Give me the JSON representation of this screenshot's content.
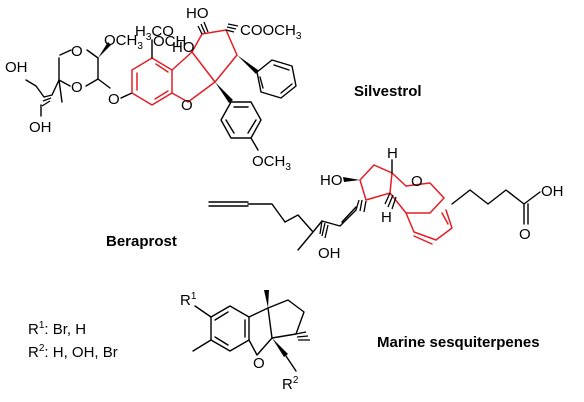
{
  "compounds": {
    "silvestrol": {
      "name": "Silvestrol",
      "labels": {
        "oh_top": "HO",
        "ester": "COOCH",
        "ester_sub": "3",
        "h3co": "H",
        "h3co_sub": "3",
        "h3co_c": "CO",
        "ome_top": "OCH",
        "ome_top_sub": "3",
        "ome_left": "OCH",
        "ome_left_sub": "3",
        "oh_bridge": "HO",
        "oh_chain": "OH",
        "oh_side": "OH",
        "o_benzofuran": "O",
        "o_ring1": "O",
        "o_ring2": "O",
        "o_link": "O",
        "ome_bottom": "OCH",
        "ome_bottom_sub": "3"
      }
    },
    "beraprost": {
      "name": "Beraprost",
      "labels": {
        "ho": "HO",
        "h_top": "H",
        "h_bottom": "H",
        "o_ring": "O",
        "oh_chain": "OH",
        "acid_oh": "OH",
        "acid_o": "O"
      }
    },
    "marine": {
      "name": "Marine sesquiterpenes",
      "labels": {
        "r1": "R",
        "r1_sup": "1",
        "r2": "R",
        "r2_sup": "2",
        "o_ring": "O"
      },
      "substituents": [
        {
          "label": "R",
          "sup": "1",
          "text": ": Br, H"
        },
        {
          "label": "R",
          "sup": "2",
          "text": ": H, OH, Br"
        }
      ]
    }
  },
  "colors": {
    "highlight": "#e41e26",
    "bonds": "#000000"
  }
}
